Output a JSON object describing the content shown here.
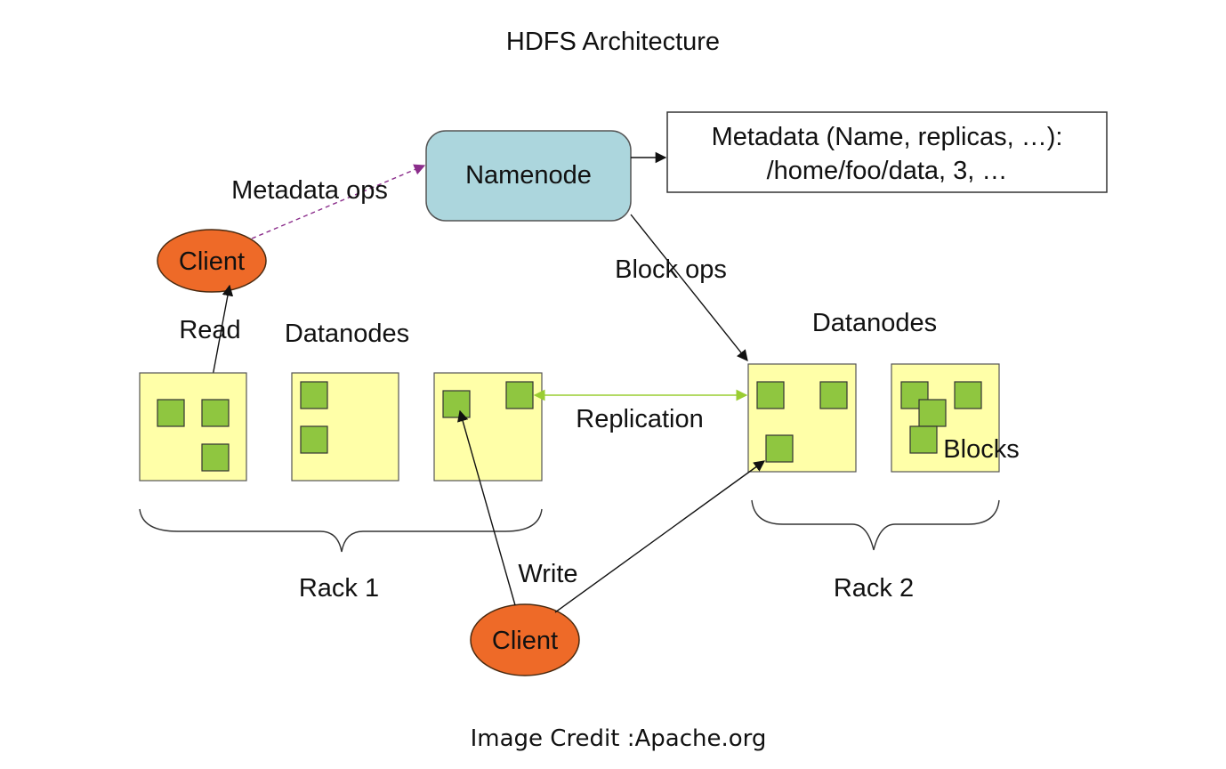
{
  "title": "HDFS Architecture",
  "namenode": {
    "label": "Namenode"
  },
  "metadata": {
    "line1": "Metadata (Name, replicas, …):",
    "line2": "/home/foo/data, 3, …"
  },
  "clients": {
    "top": "Client",
    "bottom": "Client"
  },
  "edges": {
    "metadata_ops": "Metadata ops",
    "block_ops": "Block ops",
    "read": "Read",
    "write": "Write",
    "replication": "Replication"
  },
  "groups": {
    "datanodes_left": "Datanodes",
    "datanodes_right": "Datanodes",
    "rack1": "Rack 1",
    "rack2": "Rack 2",
    "blocks": "Blocks"
  },
  "credit": "Image Credit :Apache.org",
  "colors": {
    "client": "#ee6a28",
    "namenode": "#acd6dd",
    "datanode": "#ffffa8",
    "block": "#8fc640",
    "metadata_ops_arrow": "#8b2d8b",
    "replication_arrow": "#9acd32"
  }
}
